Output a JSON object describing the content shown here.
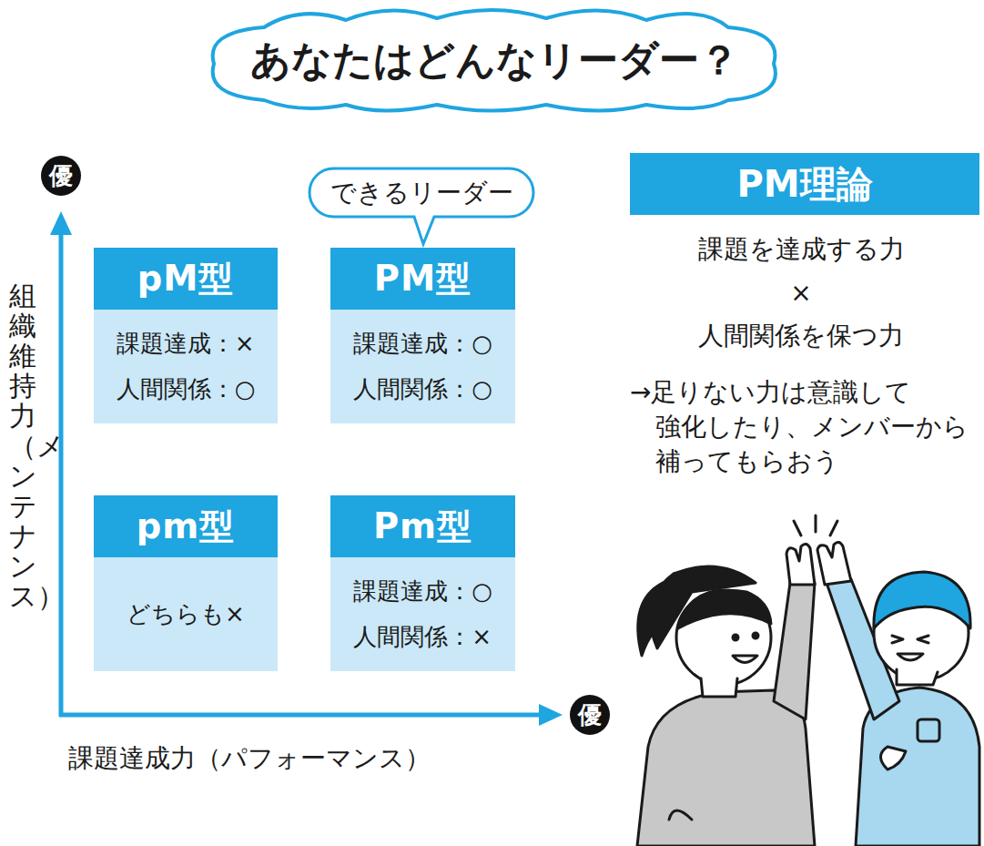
{
  "diagram": {
    "title": "あなたはどんなリーダー？",
    "nodes": [
      {
        "text": [
          "優"
        ]
      },
      {
        "text": [
          "できるリーダー"
        ]
      },
      {
        "text": [
          "pM型",
          "課題達成：×",
          "人間関係：○"
        ]
      },
      {
        "text": [
          "PM型",
          "課題達成：○",
          "人間関係：○"
        ]
      },
      {
        "text": [
          "PM理論"
        ]
      },
      {
        "text": [
          "pm型",
          "どちらも×"
        ]
      },
      {
        "text": [
          "Pm型",
          "課題達成：○",
          "人間関係：×"
        ]
      },
      {
        "text": [
          "優"
        ]
      }
    ],
    "labels": [
      "組織維持力（メンテナンス）",
      "課題達成力（パフォーマンス）",
      "課題を達成する力",
      "×",
      "人間関係を保つ力",
      "→足りない力は意識して 強化したり、メンバーから 補ってもらおう"
    ]
  }
}
